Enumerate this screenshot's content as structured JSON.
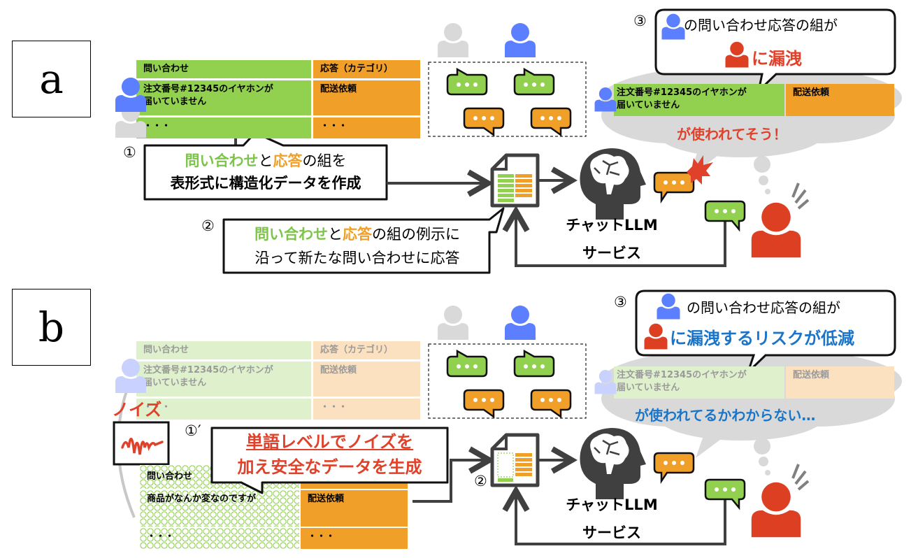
{
  "panels": {
    "a": {
      "label": "a",
      "table": {
        "headers": [
          "問い合わせ",
          "応答（カテゴリ）"
        ],
        "rows": [
          [
            "注文番号#12345のイヤホンが\n届いていません",
            "配送依頼"
          ],
          [
            "・・・",
            "・・・"
          ]
        ]
      },
      "step1": {
        "number": "①",
        "line1_green": "問い合わせ",
        "line1_mid": "と",
        "line1_orange": "応答",
        "line1_end": "の組を",
        "line2": "表形式に構造化データを作成"
      },
      "step2": {
        "number": "②",
        "line1_green": "問い合わせ",
        "line1_mid": "と",
        "line1_orange": "応答",
        "line1_end": "の組の例示に",
        "line2": "沿って新たな問い合わせに応答"
      },
      "step3": {
        "number": "③",
        "line1": "の問い合わせ応答の組が",
        "line2": "に漏洩",
        "leaked_row": [
          "注文番号#12345のイヤホンが\n届いていません",
          "配送依頼"
        ],
        "thought": "が使われてそう！"
      },
      "llm_label_line1": "チャットLLM",
      "llm_label_line2": "サービス"
    },
    "b": {
      "label": "b",
      "table": {
        "headers": [
          "問い合わせ",
          "応答（カテゴリ）"
        ],
        "rows": [
          [
            "注文番号#12345のイヤホンが\n届いていません",
            "配送依頼"
          ],
          [
            "・・・",
            "・・・"
          ]
        ]
      },
      "noise_label": "ノイズ",
      "noised_table": {
        "headers": [
          "問い合わせ",
          ""
        ],
        "rows": [
          [
            "商品がなんか変なのですが",
            "配送依頼"
          ],
          [
            "・・・",
            "・・・"
          ]
        ]
      },
      "step1p": {
        "number": "①′",
        "line1": "単語レベルでノイズを",
        "line2": "加え安全なデータを生成"
      },
      "step2": {
        "number": "②"
      },
      "step3": {
        "number": "③",
        "line1": "の問い合わせ応答の組が",
        "line2": "に漏洩するリスクが低減",
        "leaked_row": [
          "注文番号#12345のイヤホンが\n届いていません",
          "配送依頼"
        ],
        "thought": "が使われてるかわからない…"
      },
      "llm_label_line1": "チャットLLM",
      "llm_label_line2": "サービス"
    }
  },
  "colors": {
    "green": "#92d050",
    "orange": "#f0a028",
    "blue_user": "#5b7fff",
    "red_user": "#dc3f22",
    "gray_user": "#d9d9d9",
    "dark": "#404040",
    "risk_blue": "#1a75c9"
  }
}
